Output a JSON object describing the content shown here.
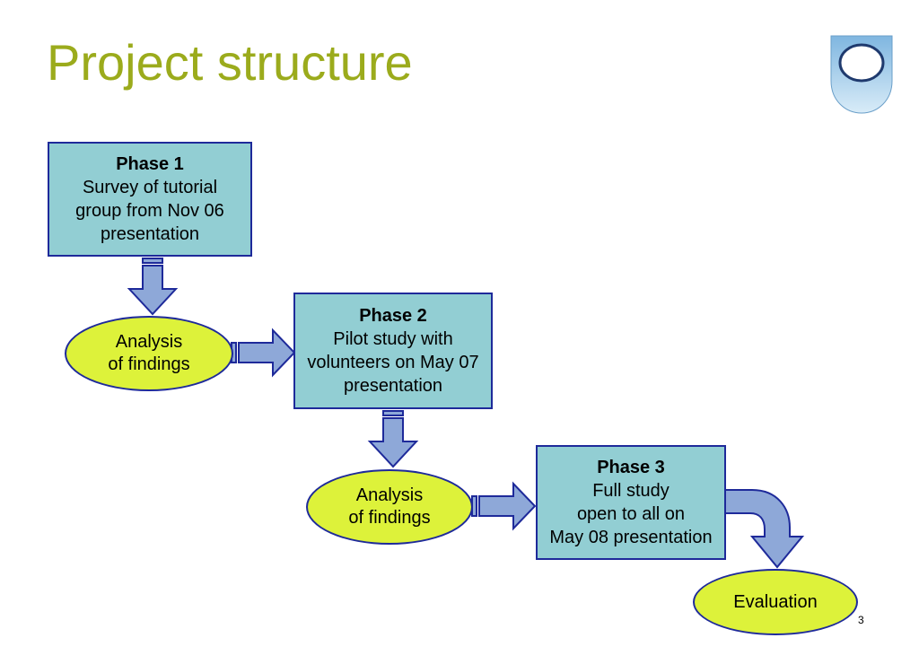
{
  "slide": {
    "title": "Project structure",
    "page_number": "3"
  },
  "phases": [
    {
      "label": "Phase 1",
      "lines": [
        "Survey of tutorial",
        "group from Nov 06",
        "presentation"
      ]
    },
    {
      "label": "Phase 2",
      "lines": [
        "Pilot study with",
        "volunteers on May 07",
        "presentation"
      ]
    },
    {
      "label": "Phase 3",
      "lines": [
        "Full study",
        "open to all on",
        "May 08 presentation"
      ]
    }
  ],
  "analysis": [
    {
      "lines": [
        "Analysis",
        "of findings"
      ]
    },
    {
      "lines": [
        "Analysis",
        "of findings"
      ]
    }
  ],
  "evaluation": {
    "label": "Evaluation"
  },
  "colors": {
    "title": "#9bab1c",
    "box_fill": "#92ced3",
    "oval_fill": "#ddf23a",
    "border": "#1e2a9a",
    "arrow_fill": "#8ea8d8"
  }
}
